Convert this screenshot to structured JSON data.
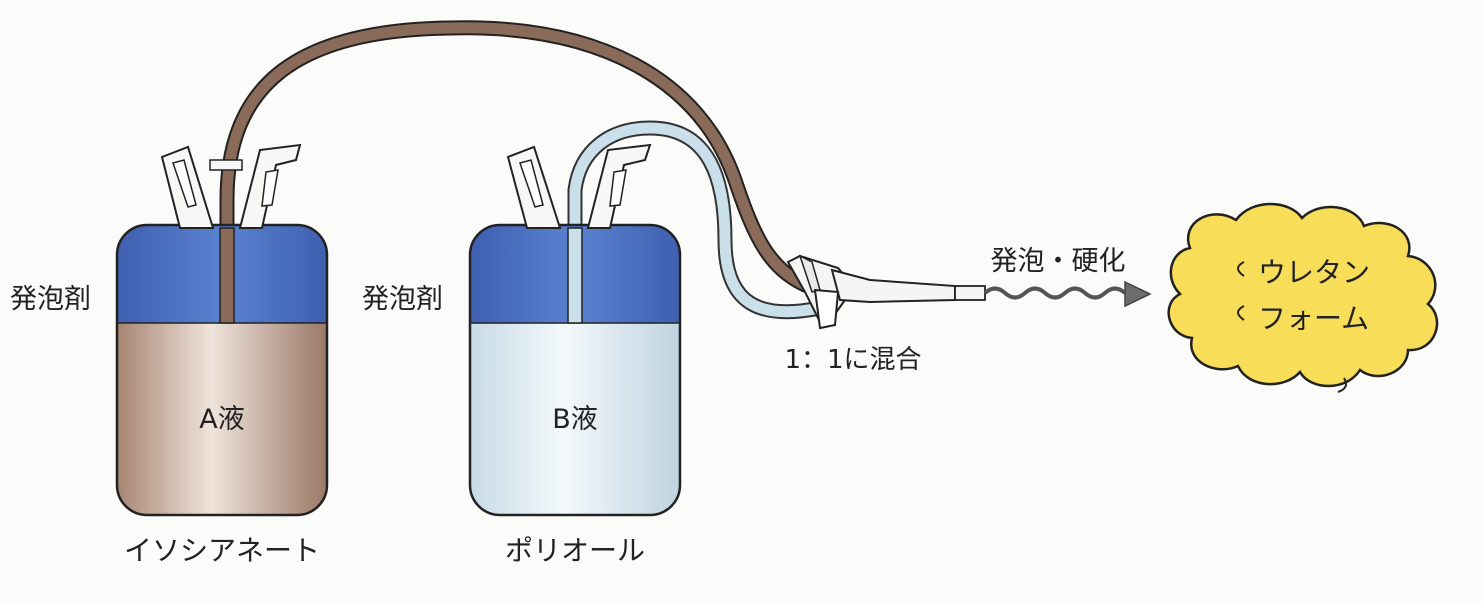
{
  "tank_a": {
    "top_label": "発泡剤",
    "body_label": "A液",
    "bottom_label": "イソシアネート"
  },
  "tank_b": {
    "top_label": "発泡剤",
    "body_label": "B液",
    "bottom_label": "ポリオール"
  },
  "mix_label": "1：1に混合",
  "arrow_label": "発泡・硬化",
  "result": {
    "line1": "ウレタン",
    "line2": "フォーム"
  },
  "colors": {
    "brown_hose": "#8a6a58",
    "blue_hose": "#c9e0ea",
    "foaming_agent": "#4a6fc0",
    "liquid_a": "#c8ad9b",
    "liquid_b": "#dbe8ef",
    "cloud": "#f8dd58"
  },
  "icons": [
    "tank-valve-icon",
    "spray-gun-icon",
    "arrow-icon",
    "cloud-icon"
  ]
}
